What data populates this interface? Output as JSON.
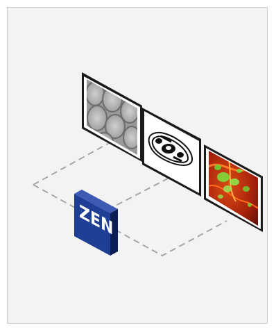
{
  "logo": {
    "text": "ZEN",
    "face_color": "#1f3f95",
    "side_color": "#0b1d55",
    "top_color": "#3d5bb5"
  },
  "panels": [
    {
      "name": "cell-texture-image",
      "kind": "grayscale-cells"
    },
    {
      "name": "slide-holder-drawing",
      "kind": "line-drawing"
    },
    {
      "name": "fluorescence-image",
      "kind": "red-green-fluorescence"
    }
  ],
  "colors": {
    "background": "#f3f3f3",
    "border": "#c9c9c9",
    "dashed_outline": "#a6a6a6"
  }
}
